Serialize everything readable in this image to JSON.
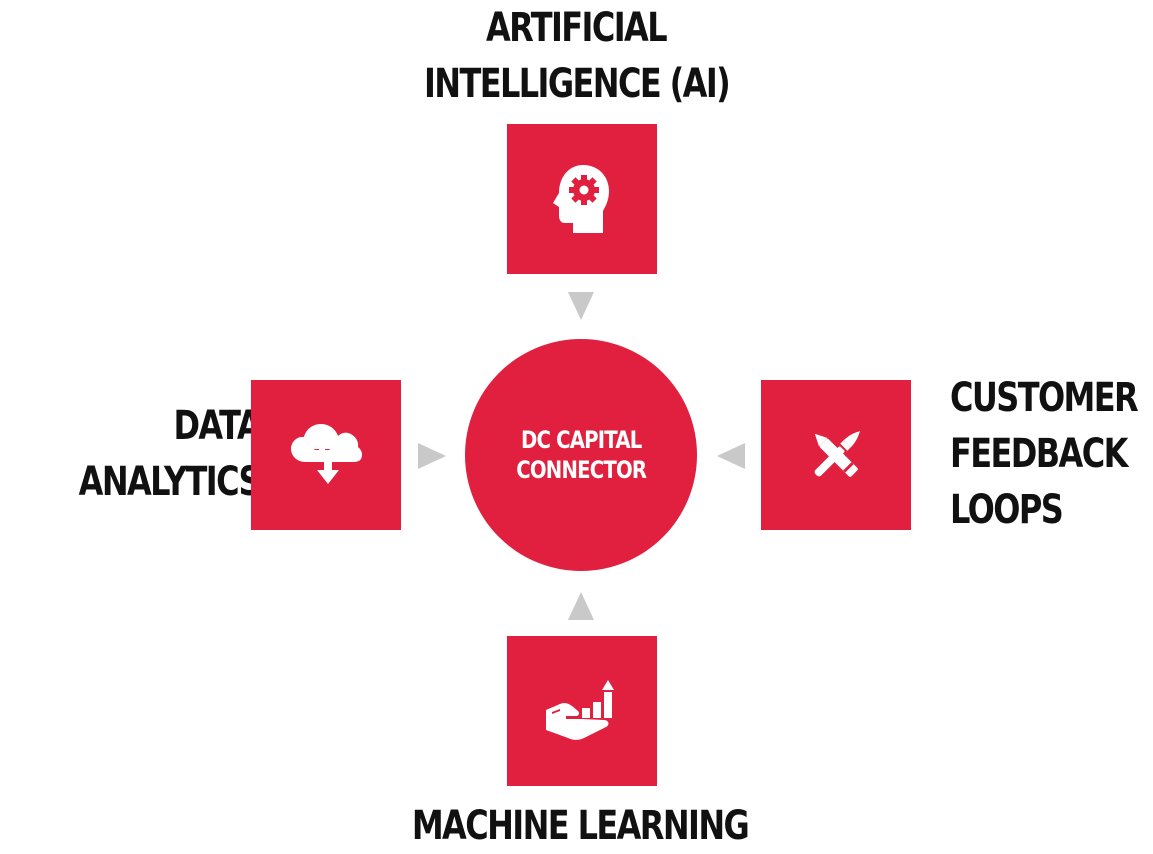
{
  "hub": {
    "line1": "DC CAPITAL",
    "line2": "CONNECTOR"
  },
  "nodes": {
    "top": {
      "line1": "ARTIFICIAL",
      "line2": "INTELLIGENCE (AI)",
      "icon": "head-gear-icon"
    },
    "left": {
      "line1": "DATA",
      "line2": "ANALYTICS",
      "icon": "cloud-transfer-icon"
    },
    "right": {
      "line1": "CUSTOMER",
      "line2": "FEEDBACK",
      "line3": "LOOPS",
      "icon": "pencil-brush-icon"
    },
    "bottom": {
      "line1": "MACHINE LEARNING",
      "icon": "hand-growth-chart-icon"
    }
  },
  "colors": {
    "accent": "#e11f3e",
    "arrow": "#c9c9c9",
    "text": "#111111",
    "background": "#ffffff"
  }
}
